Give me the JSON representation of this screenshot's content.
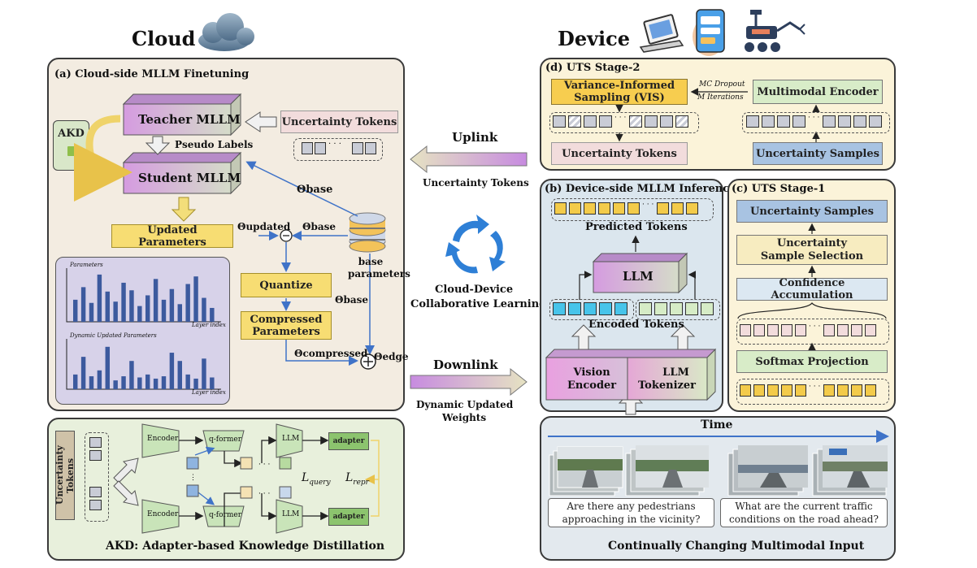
{
  "header": {
    "cloud": "Cloud",
    "device": "Device"
  },
  "cloud_panel": {
    "title": "(a) Cloud-side MLLM Finetuning",
    "teacher": "Teacher MLLM",
    "student": "Student MLLM",
    "akd_tag": "AKD",
    "pseudo_labels": "Pseudo Labels",
    "uncertainty_tokens": "Uncertainty Tokens",
    "theta_base": "Θbase",
    "theta_updated": "Θupdated",
    "theta_compressed": "Θcompressed",
    "theta_edge": "Θedge",
    "updated_parameters": "Updated Parameters",
    "quantize": "Quantize",
    "compressed_parameters": "Compressed Parameters",
    "base_parameters": "base parameters",
    "chart_top_title": "Parameters",
    "chart_bottom_title": "Dynamic Updated Parameters",
    "layer_index": "Layer index"
  },
  "chart_data": [
    {
      "type": "bar",
      "title": "Parameters",
      "xlabel": "Layer index",
      "ylabel": "",
      "values": [
        3.5,
        5.5,
        3.0,
        7.5,
        4.8,
        3.2,
        6.2,
        5.0,
        2.5,
        4.2,
        6.8,
        3.5,
        5.2,
        2.8,
        6.0,
        7.2,
        3.8,
        2.2
      ]
    },
    {
      "type": "bar",
      "title": "Dynamic Updated Parameters",
      "xlabel": "Layer index",
      "ylabel": "",
      "values": [
        2.5,
        5.5,
        2.2,
        3.2,
        7.2,
        1.5,
        2.2,
        4.8,
        2.0,
        2.5,
        1.8,
        2.2,
        6.2,
        4.8,
        2.5,
        1.8,
        5.2,
        2.0
      ]
    }
  ],
  "akd_panel": {
    "title": "AKD: Adapter-based Knowledge Distillation",
    "side_label": "Uncertainty Tokens",
    "encoder": "Encoder",
    "qformer": "q-former",
    "llm": "LLM",
    "adapter": "adapter",
    "l_query": "L",
    "l_query_sub": "query",
    "l_repr": "L",
    "l_repr_sub": "repr"
  },
  "middle": {
    "uplink": "Uplink",
    "uplink_sub": "Uncertainty Tokens",
    "collab_line1": "Cloud-Device",
    "collab_line2": "Collaborative Learning",
    "downlink": "Downlink",
    "downlink_sub_line1": "Dynamic Updated",
    "downlink_sub_line2": "Weights"
  },
  "stage2_panel": {
    "title": "(d) UTS Stage-2",
    "vis_line1": "Variance-Informed",
    "vis_line2": "Sampling (VIS)",
    "mc_dropout": "MC Dropout",
    "m_iterations": "M Iterations",
    "multimodal_encoder": "Multimodal Encoder",
    "uncertainty_tokens": "Uncertainty Tokens",
    "uncertainty_samples": "Uncertainty Samples"
  },
  "inference_panel": {
    "title": "(b) Device-side MLLM Inference",
    "predicted_tokens": "Predicted Tokens",
    "llm": "LLM",
    "encoded_tokens": "Encoded Tokens",
    "vision_encoder_line1": "Vision",
    "vision_encoder_line2": "Encoder",
    "llm_tokenizer_line1": "LLM",
    "llm_tokenizer_line2": "Tokenizer"
  },
  "stage1_panel": {
    "title": "(c) UTS Stage-1",
    "uncertainty_samples": "Uncertainty Samples",
    "selection_line1": "Uncertainty",
    "selection_line2": "Sample Selection",
    "confidence": "Confidence Accumulation",
    "softmax": "Softmax Projection"
  },
  "input_panel": {
    "time": "Time",
    "q1_line1": "Are there any pedestrians",
    "q1_line2": "approaching in the vicinity?",
    "q2_line1": "What are the current traffic",
    "q2_line2": "conditions on the road ahead?",
    "caption": "Continually Changing Multimodal Input"
  },
  "colors": {
    "cloud_bg": "#f3ece1",
    "akd_bg": "#e8f0dc",
    "stage_bg": "#fbf3d9",
    "inference_bg": "#dbe6ee",
    "input_bg": "#e3e9ee",
    "token_yellow": "#f3cb4a",
    "token_cyan": "#47c4ea",
    "token_green": "#d6ecc6",
    "token_gray": "#c9ccd6",
    "token_pink": "#f2dcdc",
    "arrow_blue": "#3f73c8"
  }
}
